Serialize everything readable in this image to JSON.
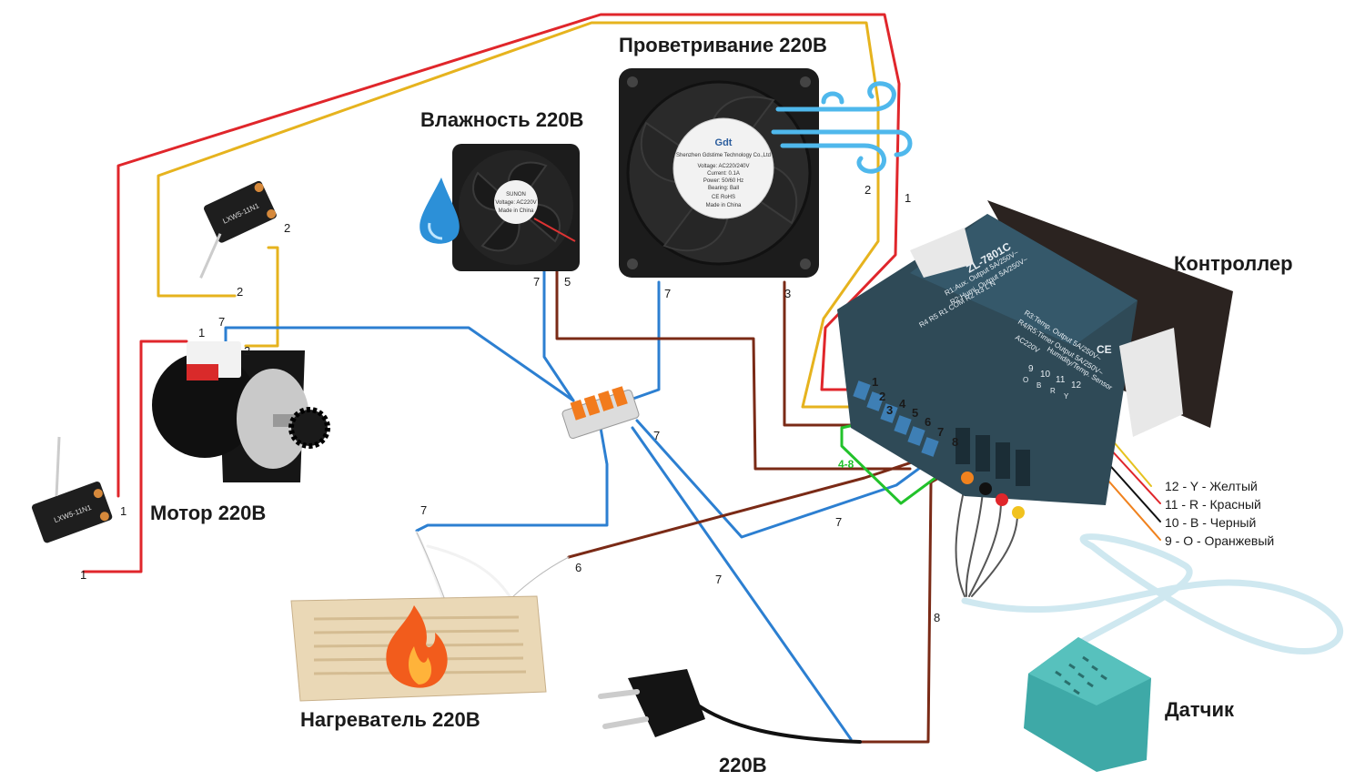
{
  "components": {
    "fan_small": {
      "label": "Влажность 220В",
      "spec": [
        "SUNON",
        "Voltage: AC220V",
        "Made in China"
      ]
    },
    "fan_large": {
      "label": "Проветривание 220В",
      "brand": "Gdt",
      "maker": "Shenzhen Gdstime Technology Co.,Ltd",
      "spec": [
        "Voltage: AC220/240V",
        "Current: 0.1A",
        "Power: 50/60 Hz",
        "Bearing: Ball",
        "CE RoHS",
        "Made in China"
      ]
    },
    "controller": {
      "label": "Контроллер",
      "model": "ZL-7801C",
      "lines": [
        "R1:Aux. Output 5A/250V~",
        "R2:Humi. Output 5A/250V~",
        "R3:Temp. Output 5A/250V~",
        "R4/R5:Timer Output 5A/250V~"
      ],
      "bottom": "R4 R5 R1 COM R2 R3 L N",
      "right": "Humidity/Temp. Sensor",
      "ac": "AC220V",
      "ce": "CE"
    },
    "motor": {
      "label": "Мотор 220В"
    },
    "heater": {
      "label": "Нагреватель 220В"
    },
    "plug": {
      "label": "220В"
    },
    "sensor": {
      "label": "Датчик"
    },
    "switch_top": {
      "text": "LXW5-11N1"
    },
    "switch_bottom": {
      "text": "LXW5-11N1"
    }
  },
  "wire_numbers": {
    "fan_small_left": "7",
    "fan_small_right": "5",
    "fan_large_bottom": "7",
    "fan_large_right": "3",
    "red_top": "1",
    "yellow_top": "2",
    "switch_top_a": "2",
    "switch_top_b": "2",
    "motor_1": "1",
    "motor_7": "7",
    "motor_2": "2",
    "switch_bottom_a": "1",
    "switch_bottom_b": "1",
    "heater_7": "7",
    "heater_6": "6",
    "connector_7a": "7",
    "connector_7b": "7",
    "connector_7c": "7",
    "neutral_8": "8",
    "group": "4-8"
  },
  "terminals": {
    "left": [
      "1",
      "2",
      "3",
      "4",
      "5",
      "6",
      "7",
      "8"
    ],
    "right": [
      "9",
      "10",
      "11",
      "12"
    ],
    "right_letters": [
      "O",
      "B",
      "R",
      "Y"
    ]
  },
  "sensor_legend": [
    "12 - Y - Желтый",
    "11 - R - Красный",
    "10 - B - Черный",
    "9 - O - Оранжевый"
  ],
  "colors": {
    "wire_red": "#e0262b",
    "wire_yellow": "#e6b31e",
    "wire_blue": "#2c7fd1",
    "wire_brown": "#7a2a16",
    "wire_green": "#22c22b",
    "wire_black": "#111111",
    "controller_body": "#2f4a57",
    "terminal_blue": "#3e7fb5"
  }
}
